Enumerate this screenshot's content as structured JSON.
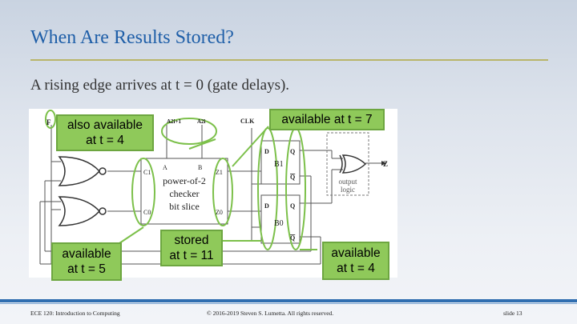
{
  "title": "When Are Results Stored?",
  "subtitle": "A rising edge arrives at t = 0 (gate delays).",
  "diagram": {
    "F": "F",
    "A2i1": "A2i+1",
    "A2i": "A2i",
    "CLK": "CLK",
    "A": "A",
    "B": "B",
    "C1": "C1",
    "C0": "C0",
    "Z1": "Z1",
    "Z0": "Z0",
    "slice_line1": "power-of-2",
    "slice_line2": "checker",
    "slice_line3": "bit slice",
    "D1": "D",
    "Q1": "Q",
    "Qbar1": "Q",
    "B1": "B1",
    "D0": "D",
    "Q0": "Q",
    "Qbar0": "Q",
    "B0": "B0",
    "output_line1": "output",
    "output_line2": "logic",
    "Z": "Z"
  },
  "callouts": {
    "also_available_l1": "also available",
    "also_available_l2": "at t = 4",
    "available_t7": "available at t = 7",
    "available_t5_l1": "available",
    "available_t5_l2": "at t = 5",
    "stored_l1": "stored",
    "stored_l2": "at t = 11",
    "available_t4_l1": "available",
    "available_t4_l2": "at t = 4"
  },
  "footer": {
    "course": "ECE 120: Introduction to Computing",
    "copyright": "© 2016-2019 Steven S. Lumetta.  All rights reserved.",
    "slide": "slide 13"
  },
  "colors": {
    "title": "#1f5fa8",
    "callout_fill": "#8fc95a",
    "highlight": "#7cc04a",
    "footer_bar": "#2f6db0"
  }
}
